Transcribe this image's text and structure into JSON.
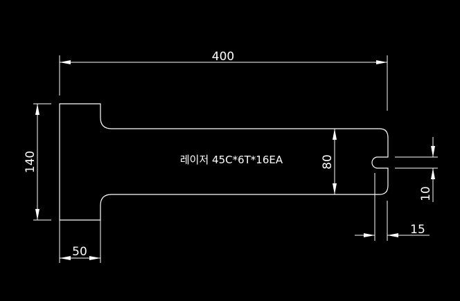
{
  "drawing": {
    "background_color": "#000000",
    "line_color": "#ffffff",
    "dimensions": {
      "overall_length": "400",
      "head_height": "140",
      "head_width": "50",
      "shank_height": "80",
      "slot_width": "10",
      "slot_depth": "15"
    },
    "note": "레이저 45C*6T*16EA"
  }
}
